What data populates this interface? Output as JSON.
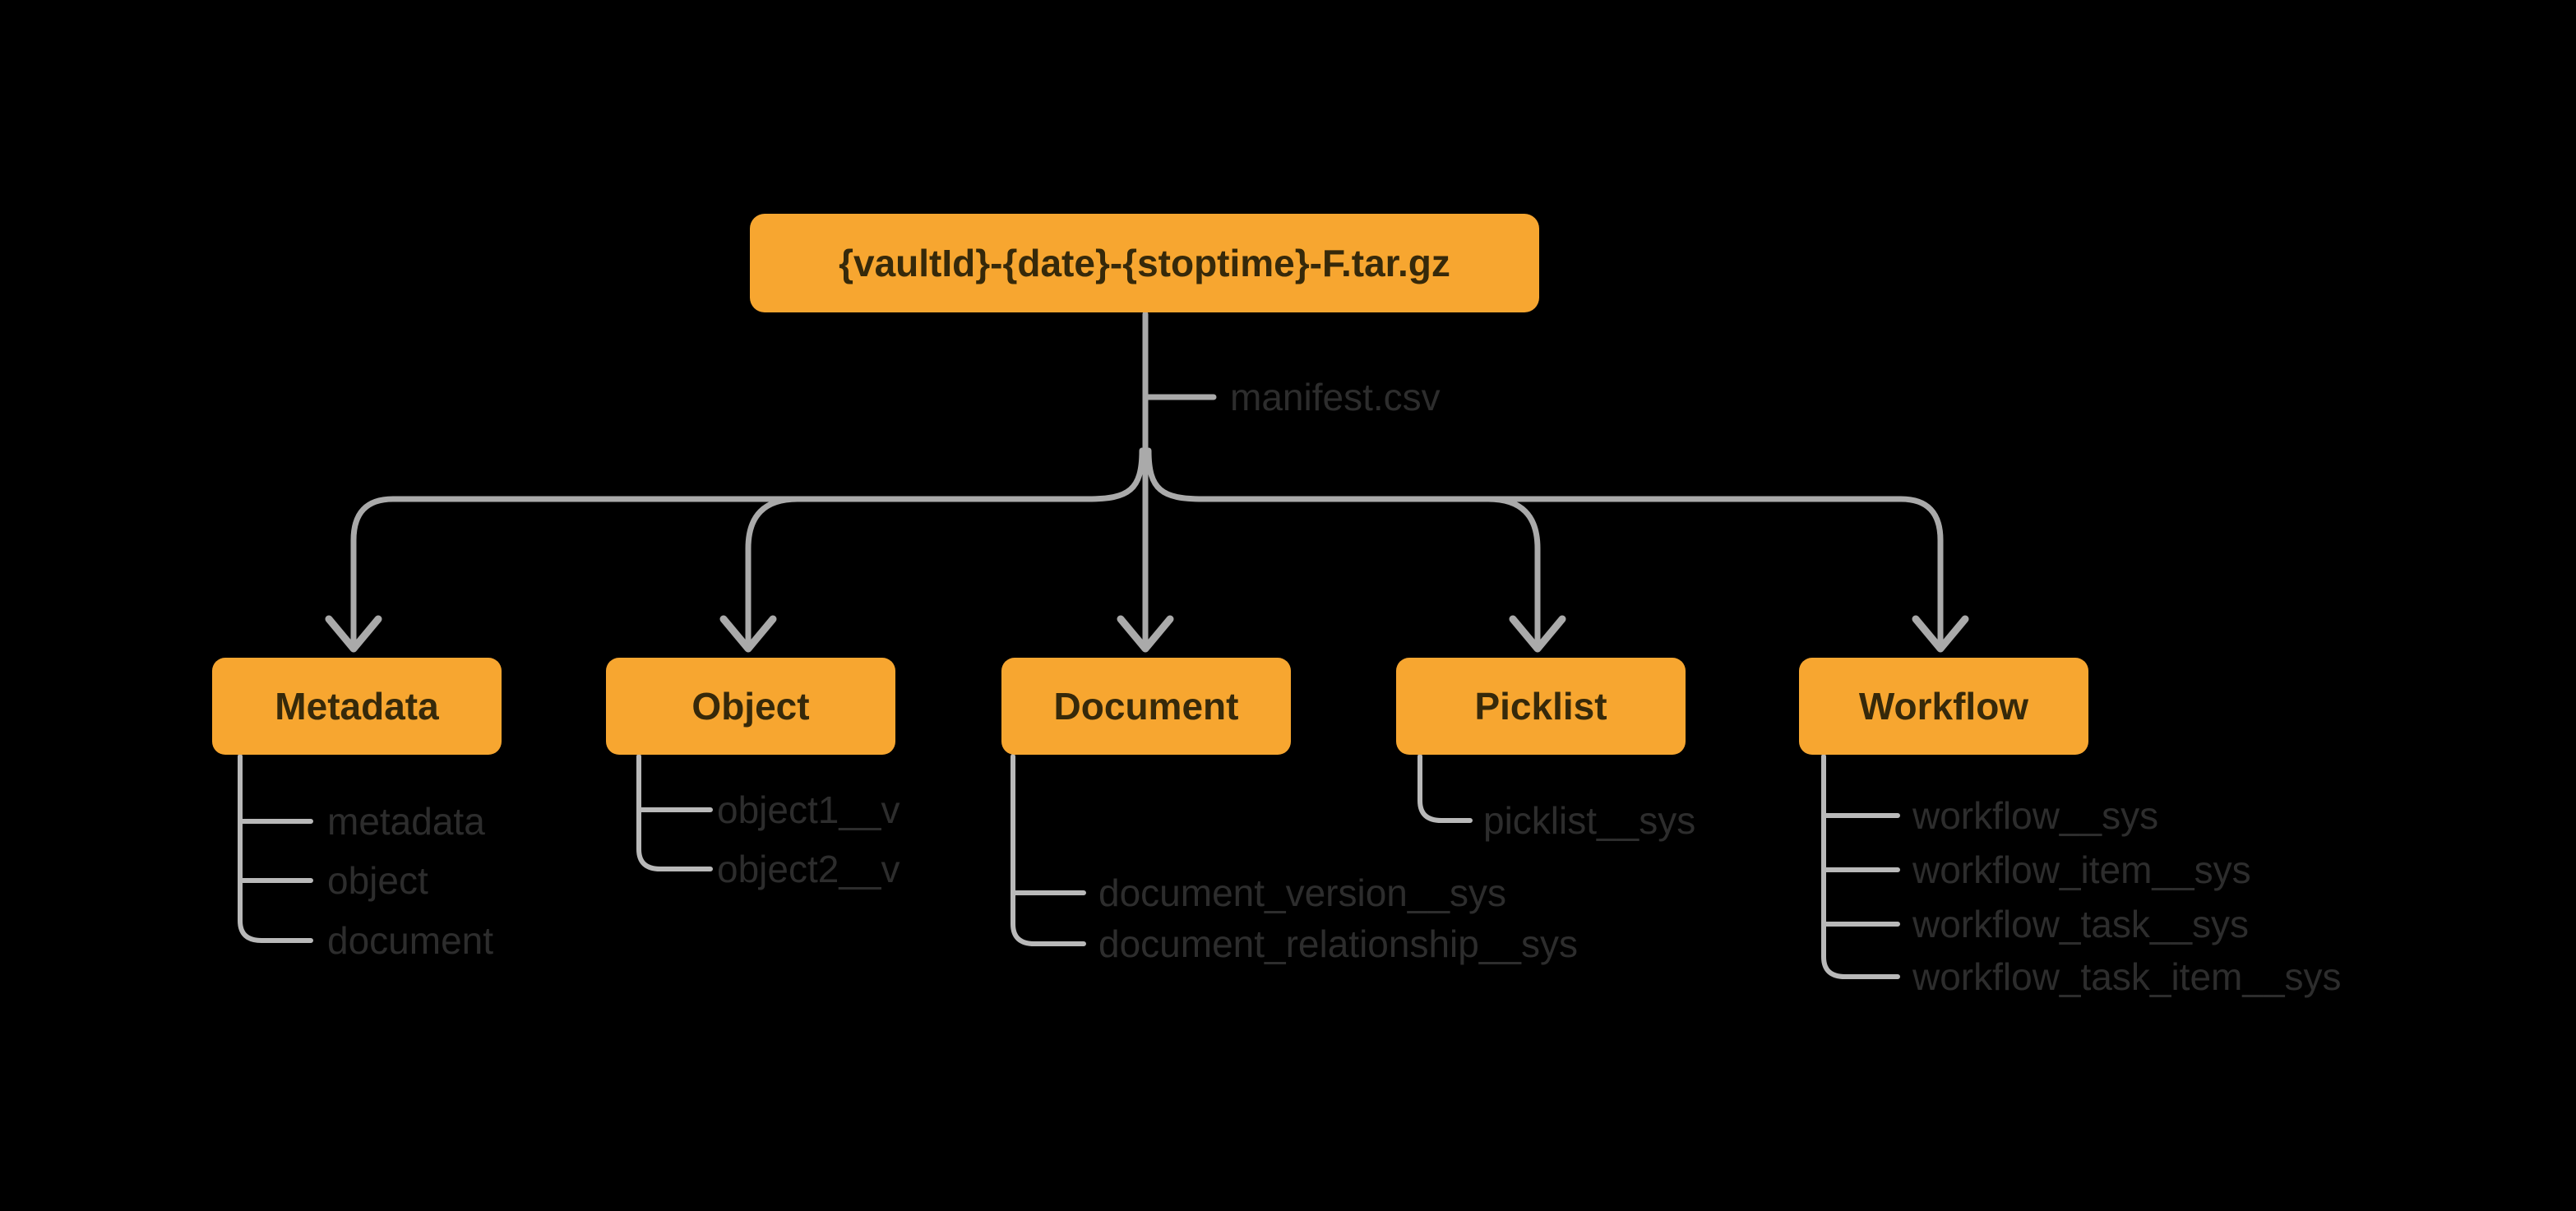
{
  "diagram": {
    "root": {
      "label": "{vaultId}-{date}-{stoptime}-F.tar.gz"
    },
    "manifest_label": "manifest.csv",
    "branches": [
      {
        "label": "Metadata",
        "children": [
          "metadata",
          "object",
          "document"
        ]
      },
      {
        "label": "Object",
        "children": [
          "object1__v",
          "object2__v"
        ]
      },
      {
        "label": "Document",
        "children": [
          "document_version__sys",
          "document_relationship__sys"
        ]
      },
      {
        "label": "Picklist",
        "children": [
          "picklist__sys"
        ]
      },
      {
        "label": "Workflow",
        "children": [
          "workflow__sys",
          "workflow_item__sys",
          "workflow_task__sys",
          "workflow_task_item__sys"
        ]
      }
    ],
    "colors": {
      "background": "#000000",
      "node_fill": "#F7A630",
      "node_text": "#36290A",
      "connector_line": "#AAAAAA",
      "subtree_line": "#B9B9B9",
      "file_text": "#2D2D2D"
    }
  }
}
